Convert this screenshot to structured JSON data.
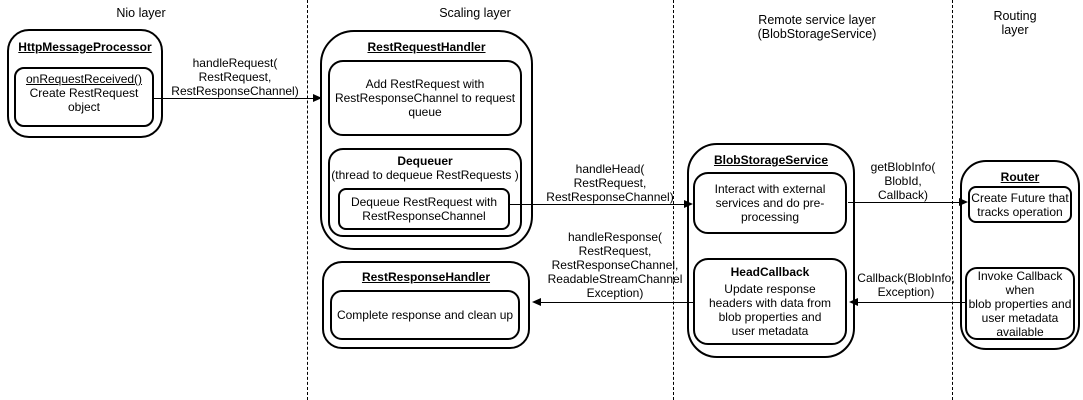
{
  "layers": {
    "nio": "Nio layer",
    "scaling": "Scaling layer",
    "remote": "Remote service layer\n(BlobStorageService)",
    "routing": "Routing layer"
  },
  "boxes": {
    "http_message_processor": {
      "title": "HttpMessageProcessor",
      "method": "onRequestReceived()",
      "desc": "Create RestRequest\nobject"
    },
    "rest_request_handler": {
      "title": "RestRequestHandler",
      "add_queue": "Add RestRequest with\nRestResponseChannel to request\nqueue",
      "dequeuer_title": "Dequeuer",
      "dequeuer_sub": "(thread to dequeue RestRequests )",
      "dequeue_box": "Dequeue RestRequest with\nRestResponseChannel"
    },
    "rest_response_handler": {
      "title": "RestResponseHandler",
      "body": "Complete response and clean up"
    },
    "blob_storage_service": {
      "title": "BlobStorageService",
      "interact": "Interact with external\nservices and do pre-\nprocessing",
      "head_callback_title": "HeadCallback",
      "head_callback_body": "Update response\nheaders with data from\nblob properties and\nuser metadata"
    },
    "router": {
      "title": "Router",
      "future": "Create Future that\ntracks operation",
      "invoke": "Invoke Callback\nwhen\nblob properties and\nuser metadata\navailable"
    }
  },
  "arrows": {
    "handle_request": "handleRequest(\nRestRequest,\nRestResponseChannel)",
    "handle_head": "handleHead(\nRestRequest,\nRestResponseChannel)",
    "get_blob_info": "getBlobInfo(\nBlobId,\nCallback)",
    "callback": "Callback(BlobInfo,\nException)",
    "handle_response": "handleResponse(\nRestRequest,\nRestResponseChannel,\nReadableStreamChannel\nException)"
  },
  "colors": {
    "line": "#000000",
    "background": "#ffffff"
  }
}
